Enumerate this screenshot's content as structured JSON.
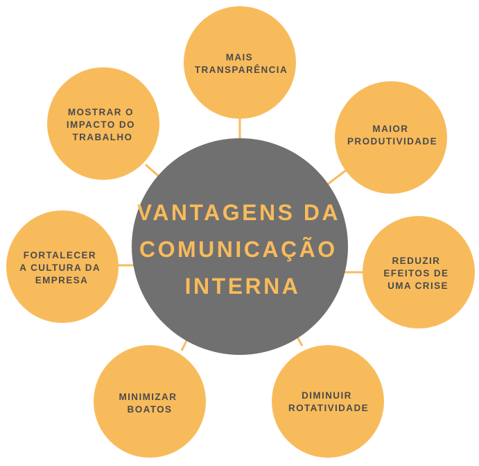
{
  "diagram": {
    "center": {
      "lines": [
        "VANTAGENS DA",
        "COMUNICAÇÃO",
        "INTERNA"
      ]
    },
    "nodes": [
      {
        "id": "mais-transparencia",
        "lines": [
          "MAIS",
          "TRANSPARÊNCIA"
        ]
      },
      {
        "id": "maior-produtividade",
        "lines": [
          "MAIOR",
          "PRODUTIVIDADE"
        ]
      },
      {
        "id": "reduzir-efeitos-de-uma-crise",
        "lines": [
          "REDUZIR",
          "EFEITOS DE",
          "UMA CRISE"
        ]
      },
      {
        "id": "diminuir-rotatividade",
        "lines": [
          "DIMINUIR",
          "ROTATIVIDADE"
        ]
      },
      {
        "id": "minimizar-boatos",
        "lines": [
          "MINIMIZAR",
          "BOATOS"
        ]
      },
      {
        "id": "fortalecer-a-cultura-da-empresa",
        "lines": [
          "FORTALECER",
          "A CULTURA DA",
          "EMPRESA"
        ]
      },
      {
        "id": "mostrar-o-impacto-do-trabalho",
        "lines": [
          "MOSTRAR O",
          "IMPACTO DO",
          "TRABALHO"
        ]
      }
    ],
    "colors": {
      "center_fill": "#707070",
      "center_text": "#F8BB5C",
      "node_fill": "#F8BB5C",
      "node_text": "#4A4A4A",
      "connector": "#F8BB5C",
      "background": "#FFFFFF"
    }
  }
}
